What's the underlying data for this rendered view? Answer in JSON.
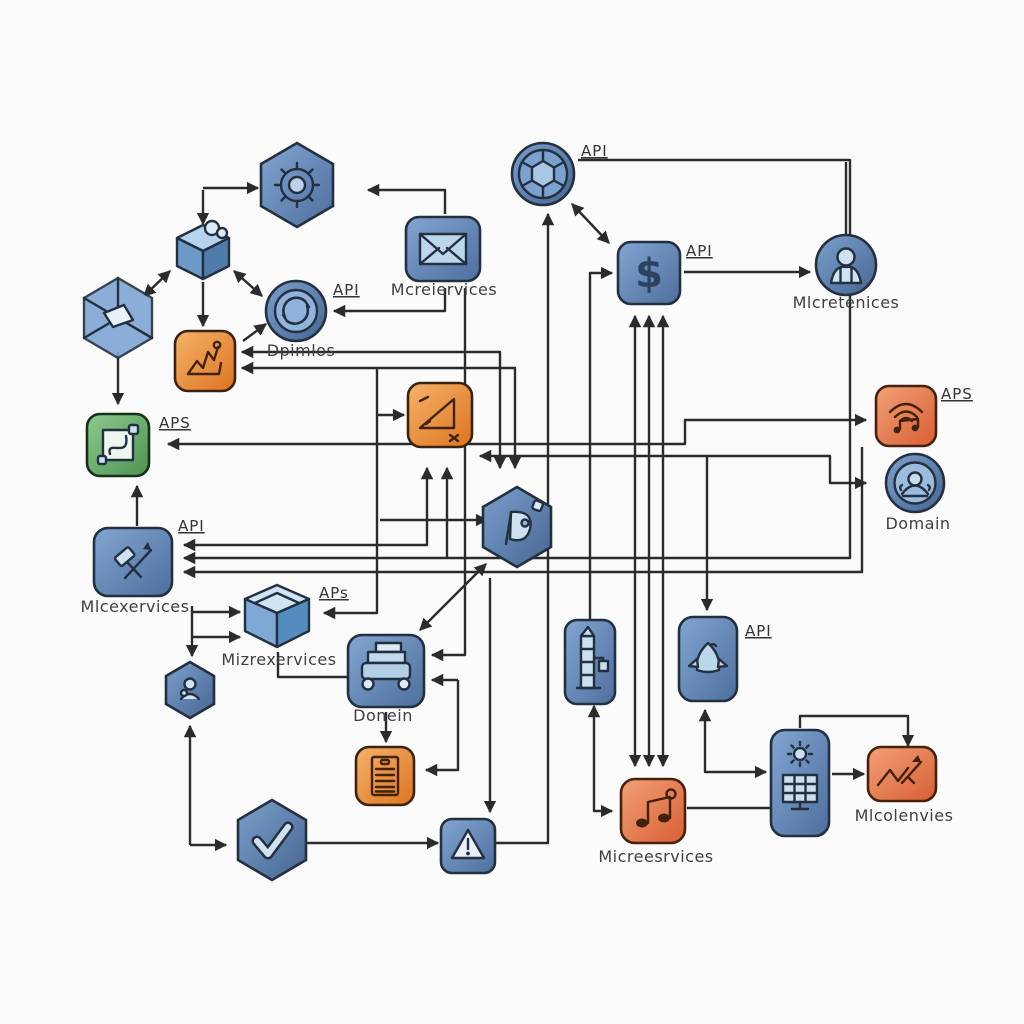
{
  "diagram": {
    "background": "#fbfbfc",
    "line_color": "#2b2b2b",
    "palette": {
      "node_blue": "#6b8fc0",
      "node_blue_dark": "#4a6b98",
      "node_orange": "#eb9440",
      "node_salmon": "#e77a4e",
      "node_green": "#6cb36a",
      "icon_light_blue": "#cfe2f2"
    },
    "api_labels": {
      "globe": "API",
      "dollar": "API",
      "sync": "API",
      "green": "APS",
      "hammer": "API",
      "opencube": "APs",
      "penguin": "API",
      "wifi": "APS"
    },
    "captions": {
      "envelope": "Mcreiervices",
      "sync": "Dpimlos",
      "person": "Mlcretenices",
      "hammer": "Mlcexervices",
      "opencube": "Mizrexervices",
      "printer": "Donein",
      "domain": "Domain",
      "music": "Micreesrvices",
      "chart": "Mlcolenvies"
    },
    "icons": {
      "gear_hexagon": "gear-icon",
      "package_cube": "package-cube-icon",
      "wireframe_cube": "wireframe-cube-icon",
      "sync_circle": "sync-arrows-icon",
      "hand_tile": "hand-tool-icon",
      "envelope_tile": "envelope-icon",
      "api_globe": "web-globe-icon",
      "dollar_tile": "dollar-icon",
      "person_circle": "person-icon",
      "green_tile": "vector-frame-icon",
      "hammer_tile": "hammer-arrow-icon",
      "ruler_tile": "triangle-ruler-icon",
      "compass_hexagon": "protractor-icon",
      "wifi_tile": "signal-music-icon",
      "domain_circle": "person-desk-icon",
      "open_cube": "open-box-icon",
      "person_hexagon": "worker-icon",
      "printer_tile": "printer-icon",
      "doc_tile": "document-icon",
      "check_hexagon": "checkmark-icon",
      "warning_tile": "warning-triangle-icon",
      "tower_tile": "tower-icon",
      "penguin_tile": "penguin-icon",
      "music_tile": "music-note-icon",
      "solar_tile": "solar-panel-icon",
      "chart_tile": "trend-chart-icon"
    },
    "dollar_glyph": "$"
  }
}
